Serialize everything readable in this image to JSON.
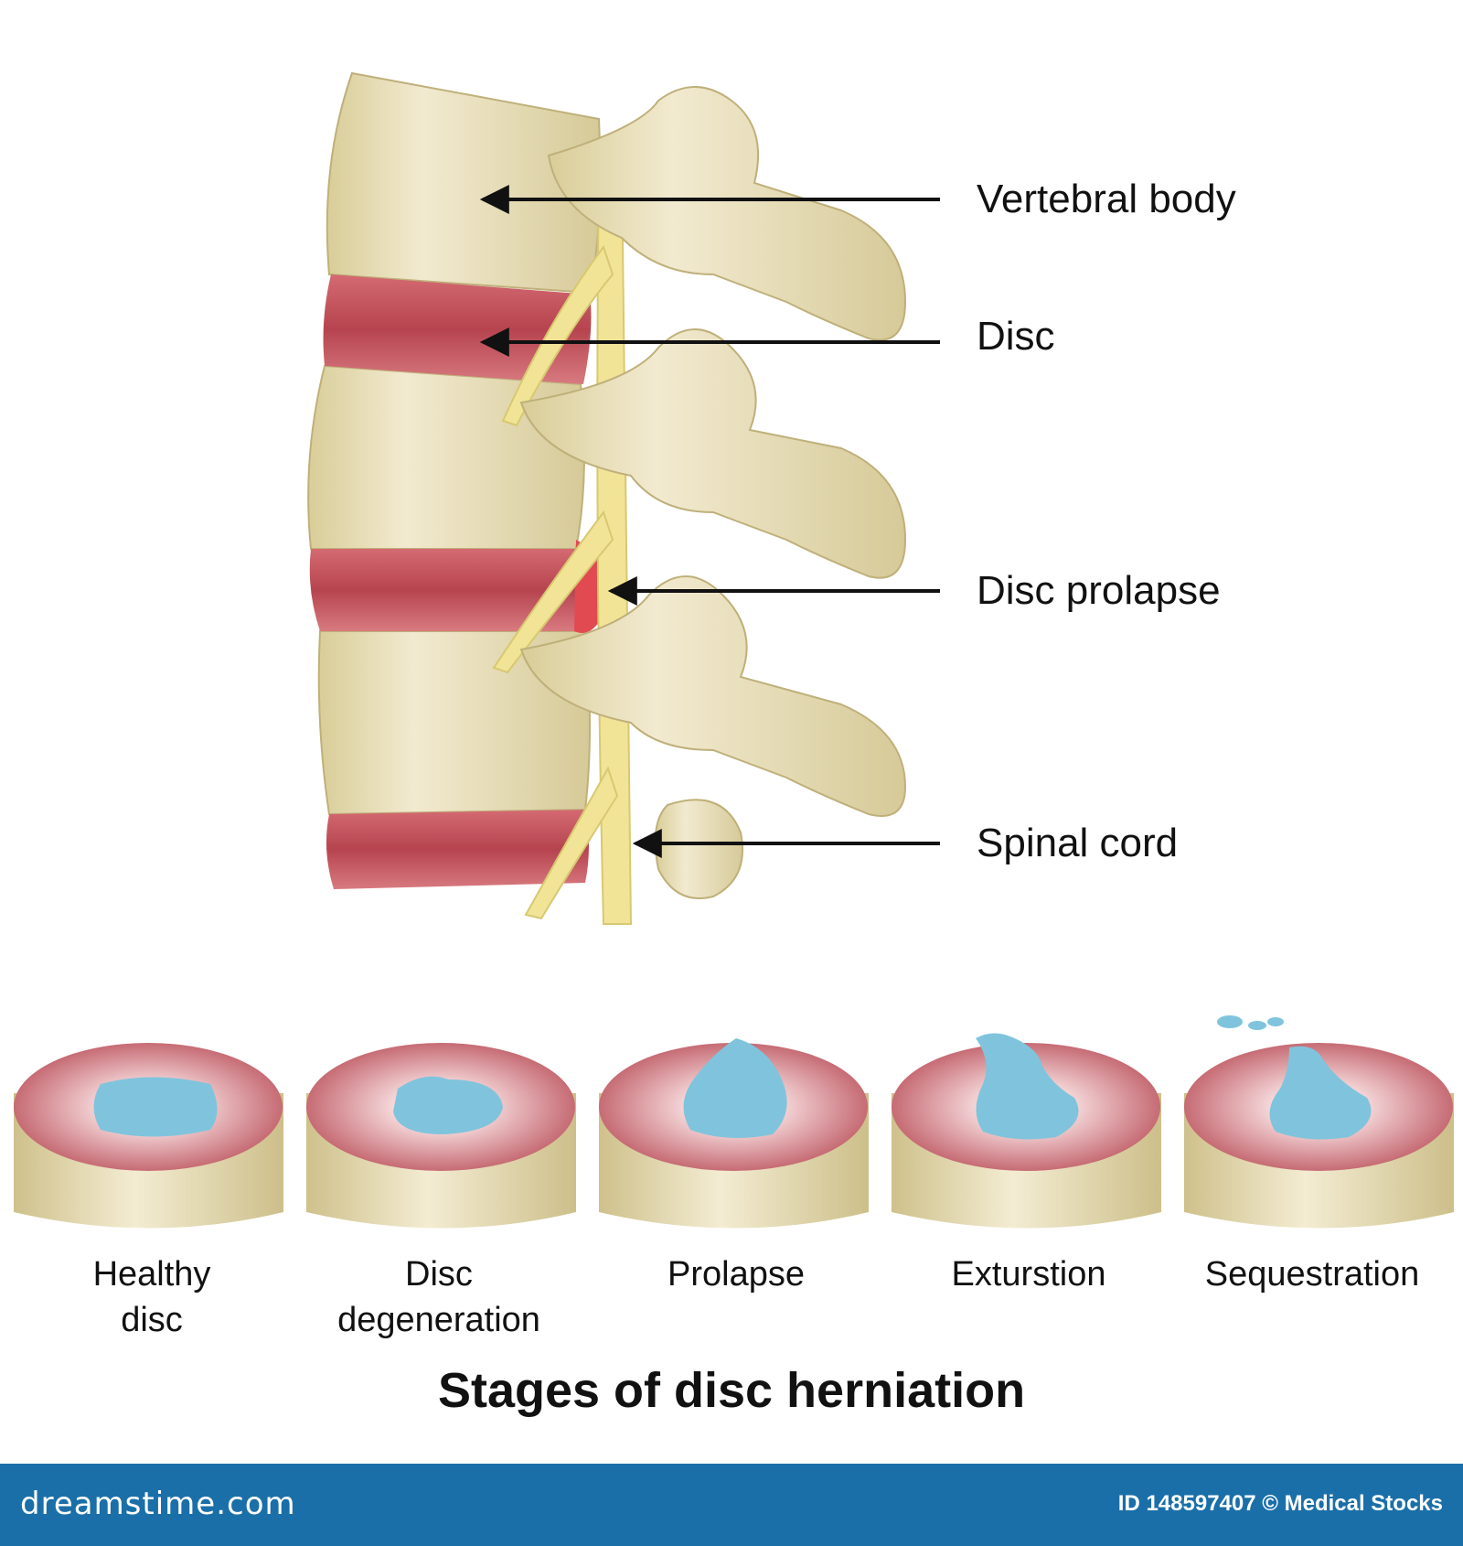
{
  "labels": {
    "vertebral_body": "Vertebral body",
    "disc": "Disc",
    "disc_prolapse": "Disc prolapse",
    "spinal_cord": "Spinal cord"
  },
  "stages": [
    {
      "line1": "Healthy",
      "line2": "disc"
    },
    {
      "line1": "Disc",
      "line2": "degeneration"
    },
    {
      "line1": "Prolapse",
      "line2": ""
    },
    {
      "line1": "Exturstion",
      "line2": ""
    },
    {
      "line1": "Sequestration",
      "line2": ""
    }
  ],
  "title": "Stages of disc herniation",
  "footer": {
    "brand": "dreamstime.com",
    "credit": "ID 148597407 © Medical Stocks"
  },
  "colors": {
    "bone": "#ece3b8",
    "disc": "#c2505a",
    "nucleus": "#7fc4dc",
    "nerve": "#f1e497",
    "footer": "#1a6fa8"
  }
}
